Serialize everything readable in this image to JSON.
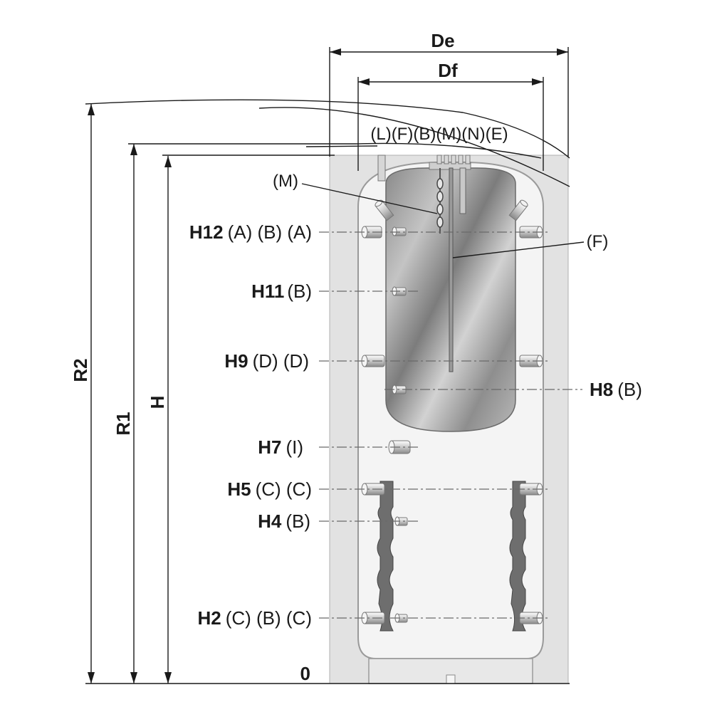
{
  "dimensions": {
    "outer_diameter": "De",
    "flange_diameter": "Df",
    "height_r2": "R2",
    "height_r1": "R1",
    "height_h": "H",
    "zero": "0"
  },
  "top_connections": "(L)(F)(B)(M)(N)(E)",
  "callouts": {
    "m": "(M)",
    "f": "(F)"
  },
  "levels": [
    {
      "id": "H12",
      "code": "H12",
      "ports": "(A) (B) (A)"
    },
    {
      "id": "H11",
      "code": "H11",
      "ports": "(B)"
    },
    {
      "id": "H9",
      "code": "H9",
      "ports": "(D) (D)"
    },
    {
      "id": "H8",
      "code": "H8",
      "ports": "(B)"
    },
    {
      "id": "H7",
      "code": "H7",
      "ports": "(I)"
    },
    {
      "id": "H5",
      "code": "H5",
      "ports": "(C) (C)"
    },
    {
      "id": "H4",
      "code": "H4",
      "ports": "(B)"
    },
    {
      "id": "H2",
      "code": "H2",
      "ports": "(C) (B) (C)"
    }
  ]
}
